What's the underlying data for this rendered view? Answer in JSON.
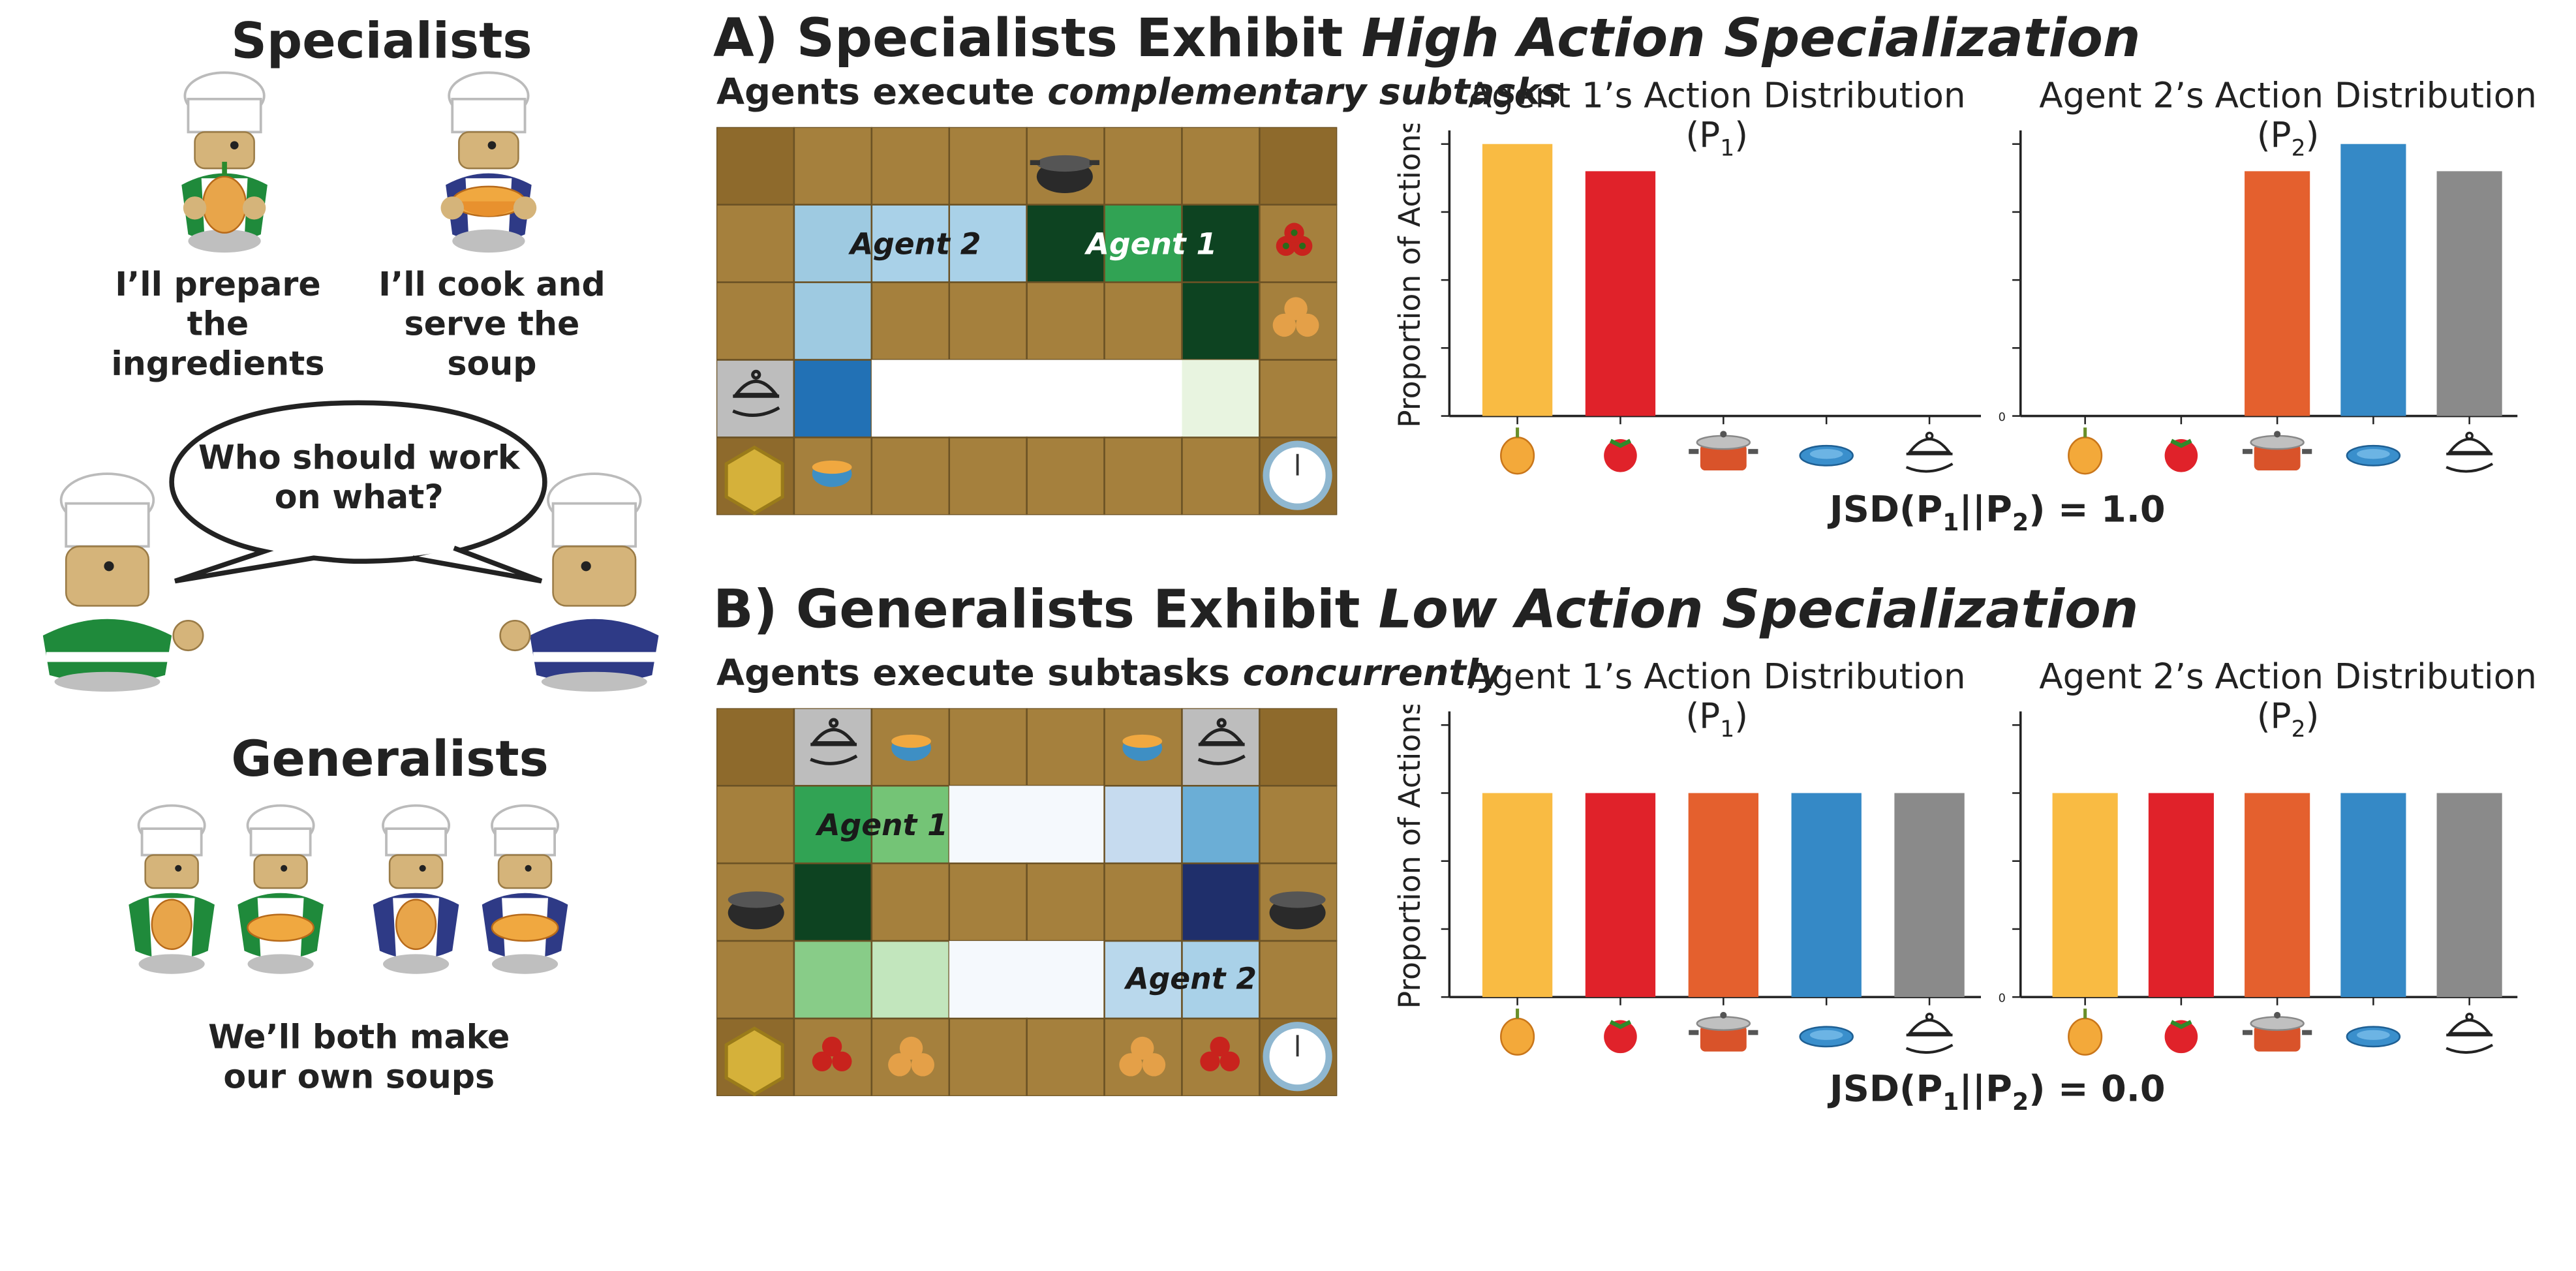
{
  "left_panel": {
    "specialists_title": "Specialists",
    "chef1_caption": [
      "I’ll prepare",
      "the ingredients"
    ],
    "chef2_caption": [
      "I’ll cook and",
      "serve the soup"
    ],
    "speech_bubble": [
      "Who should work",
      "on what?"
    ],
    "generalists_title": "Generalists",
    "generalists_caption": [
      "We’ll both make",
      "our own soups"
    ]
  },
  "section_a": {
    "label": "A)",
    "title_plain": "Specialists Exhibit ",
    "title_italic": "High Action Specialization",
    "grid_title_plain": "Agents execute ",
    "grid_title_italic": "complementary subtasks",
    "agent1_label": "Agent 1",
    "agent2_label": "Agent 2",
    "jsd": "JSD(P1||P2) = 1.0"
  },
  "section_b": {
    "label": "B)",
    "title_plain": "Generalists Exhibit ",
    "title_italic": "Low Action Specialization",
    "grid_title_plain": "Agents execute subtasks ",
    "grid_title_italic": "concurrently",
    "agent1_label": "Agent 1",
    "agent2_label": "Agent 2",
    "jsd": "JSD(P1||P2) = 0.0"
  },
  "chart_titles": {
    "agent1": "Agent 1’s Action Distribution (P1)",
    "agent2": "Agent 2’s Action Distribution (P2)"
  },
  "icons": [
    "onion-icon",
    "tomato-icon",
    "pot-icon",
    "dish-icon",
    "serving-cloche-icon"
  ],
  "colors": {
    "onion": "#f9bb43",
    "tomato": "#e0222a",
    "pot": "#e4602e",
    "dish": "#3589c6",
    "serve": "#8a8a8a",
    "floor": "#a5803d",
    "agent1_dark": "#0d4321",
    "agent2_blue": "#2271b5"
  },
  "chart_data": [
    {
      "type": "bar",
      "categories": [
        "onion",
        "tomato",
        "pot",
        "dish",
        "serve"
      ],
      "values": [
        1.0,
        0.9,
        0.0,
        0.0,
        0.0
      ],
      "ylabel": "Proportion of Actions",
      "ylim": [
        0,
        1.05
      ],
      "grid": false
    },
    {
      "type": "bar",
      "categories": [
        "onion",
        "tomato",
        "pot",
        "dish",
        "serve"
      ],
      "values": [
        0.0,
        0.0,
        0.9,
        1.0,
        0.9
      ],
      "ylabel": "",
      "ytick_labels": [
        "0"
      ],
      "ylim": [
        0,
        1.05
      ],
      "grid": false
    },
    {
      "type": "bar",
      "categories": [
        "onion",
        "tomato",
        "pot",
        "dish",
        "serve"
      ],
      "values": [
        0.75,
        0.75,
        0.75,
        0.75,
        0.75
      ],
      "ylabel": "Proportion of Actions",
      "ylim": [
        0,
        1.05
      ],
      "grid": false
    },
    {
      "type": "bar",
      "categories": [
        "onion",
        "tomato",
        "pot",
        "dish",
        "serve"
      ],
      "values": [
        0.75,
        0.75,
        0.75,
        0.75,
        0.75
      ],
      "ylabel": "",
      "ytick_labels": [
        "0"
      ],
      "ylim": [
        0,
        1.05
      ],
      "grid": false
    }
  ]
}
